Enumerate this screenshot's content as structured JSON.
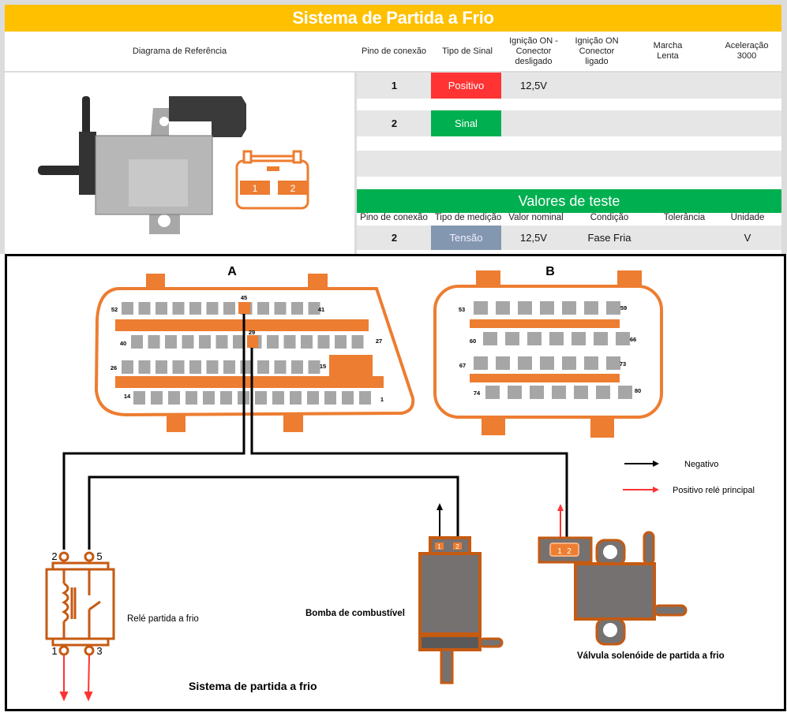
{
  "title": "Sistema de Partida a Frio",
  "header": {
    "reference_diagram": "Diagrama de Referência",
    "columns": [
      "Pino de conexão",
      "Tipo de Sinal",
      "Ignição ON - Conector desligado",
      "Ignição ON Conector ligado",
      "Marcha Lenta",
      "Aceleração 3000"
    ]
  },
  "pin_table": {
    "rows": [
      {
        "pin": "1",
        "signal": "Positivo",
        "signal_color": "#ff3333",
        "ign_on_disconnected": "12,5V",
        "ign_on_connected": "",
        "idle": "",
        "accel_3000": ""
      },
      {
        "pin": "2",
        "signal": "Sinal",
        "signal_color": "#00b050",
        "ign_on_disconnected": "",
        "ign_on_connected": "",
        "idle": "",
        "accel_3000": ""
      },
      {
        "pin": "",
        "signal": "",
        "signal_color": "",
        "ign_on_disconnected": "",
        "ign_on_connected": "",
        "idle": "",
        "accel_3000": ""
      }
    ]
  },
  "test_values": {
    "title": "Valores de teste",
    "columns": [
      "Pino de conexão",
      "Tipo de medição",
      "Valor nominal",
      "Condição",
      "Tolerância",
      "Unidade"
    ],
    "rows": [
      {
        "pin": "2",
        "measurement": "Tensão",
        "measurement_color": "#8497b0",
        "nominal": "12,5V",
        "condition": "Fase Fria",
        "tolerance": "",
        "unit": "V"
      }
    ]
  },
  "connector_pinout": {
    "pin1": "1",
    "pin2": "2"
  },
  "diagram": {
    "connector_a": {
      "label": "A",
      "pin_labels": {
        "row1_left": "52",
        "row1_right": "41",
        "row2_left": "40",
        "row2_right": "27",
        "row3_left": "26",
        "row3_right": "15",
        "row4_left": "14",
        "row4_right": "1"
      },
      "highlighted_pins": [
        "45",
        "29"
      ]
    },
    "connector_b": {
      "label": "B",
      "pin_labels": {
        "row1_left": "53",
        "row1_right": "59",
        "row2_left": "60",
        "row2_right": "66",
        "row3_left": "67",
        "row3_right": "73",
        "row4_left": "74",
        "row4_right": "80"
      }
    },
    "legend": [
      {
        "label": "Negativo",
        "color": "#000000"
      },
      {
        "label": "Positivo relé principal",
        "color": "#ff3333"
      }
    ],
    "relay": {
      "label": "Relé partida a frio",
      "terminals": [
        "2",
        "5",
        "1",
        "3"
      ]
    },
    "pump": {
      "label": "Bomba de combustível",
      "terminals": [
        "1",
        "2"
      ]
    },
    "valve": {
      "label": "Válvula solenóide de partida a frio",
      "terminals": [
        "1",
        "2"
      ]
    },
    "caption": "Sistema de partida a frio",
    "colors": {
      "orange": "#ed7d31",
      "dark_orange": "#c55a11",
      "gray": "#a6a6a6",
      "body_gray": "#767171"
    }
  }
}
